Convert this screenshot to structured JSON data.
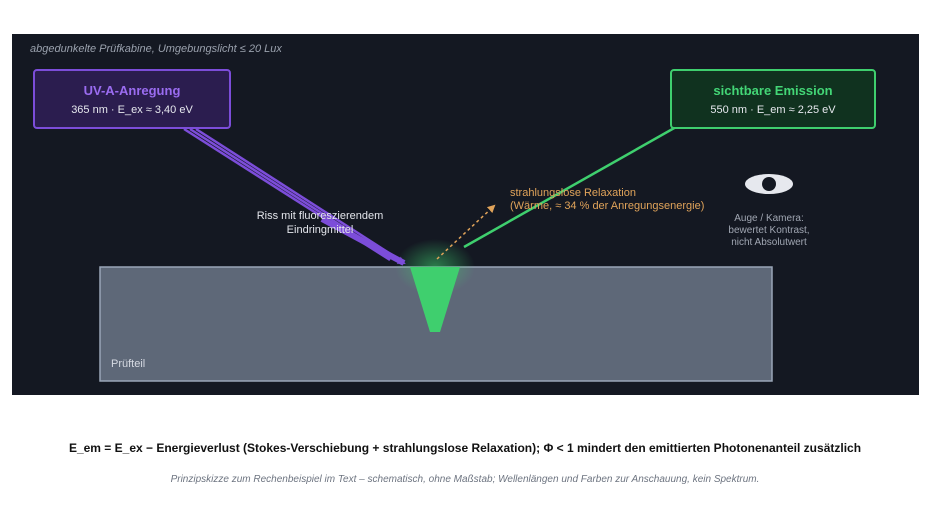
{
  "environment_label": "abgedunkelte Prüfkabine, Umgebungslicht ≤ 20 Lux",
  "excitation": {
    "title": "UV-A-Anregung",
    "details": "365 nm  ·  E_ex ≈ 3,40 eV",
    "color": "#7c4dd9"
  },
  "emission": {
    "title": "sichtbare Emission",
    "details": "550 nm  ·  E_em ≈ 2,25 eV",
    "color": "#3fcf6e"
  },
  "crack_label": "Riss mit fluoreszierendem Eindringmittel",
  "relaxation_label": {
    "line1": "strahlungslose Relaxation",
    "line2": "(Wärme, ≈ 34 % der Anregungsenergie)",
    "color": "#e0a35a"
  },
  "observer": {
    "icon": "eye-icon",
    "line1": "Auge / Kamera:",
    "line2": "bewertet Kontrast,",
    "line3": "nicht Absolutwert"
  },
  "part_label": "Prüfteil",
  "formula": "E_em = E_ex − Energieverlust (Stokes-Verschiebung + strahlungslose Relaxation);  Φ < 1 mindert den emittierten Photonenanteil zusätzlich",
  "caption": "Prinzipskizze zum Rechenbeispiel im Text – schematisch, ohne Maßstab; Wellenlängen und Farben zur Anschauung, kein Spektrum."
}
